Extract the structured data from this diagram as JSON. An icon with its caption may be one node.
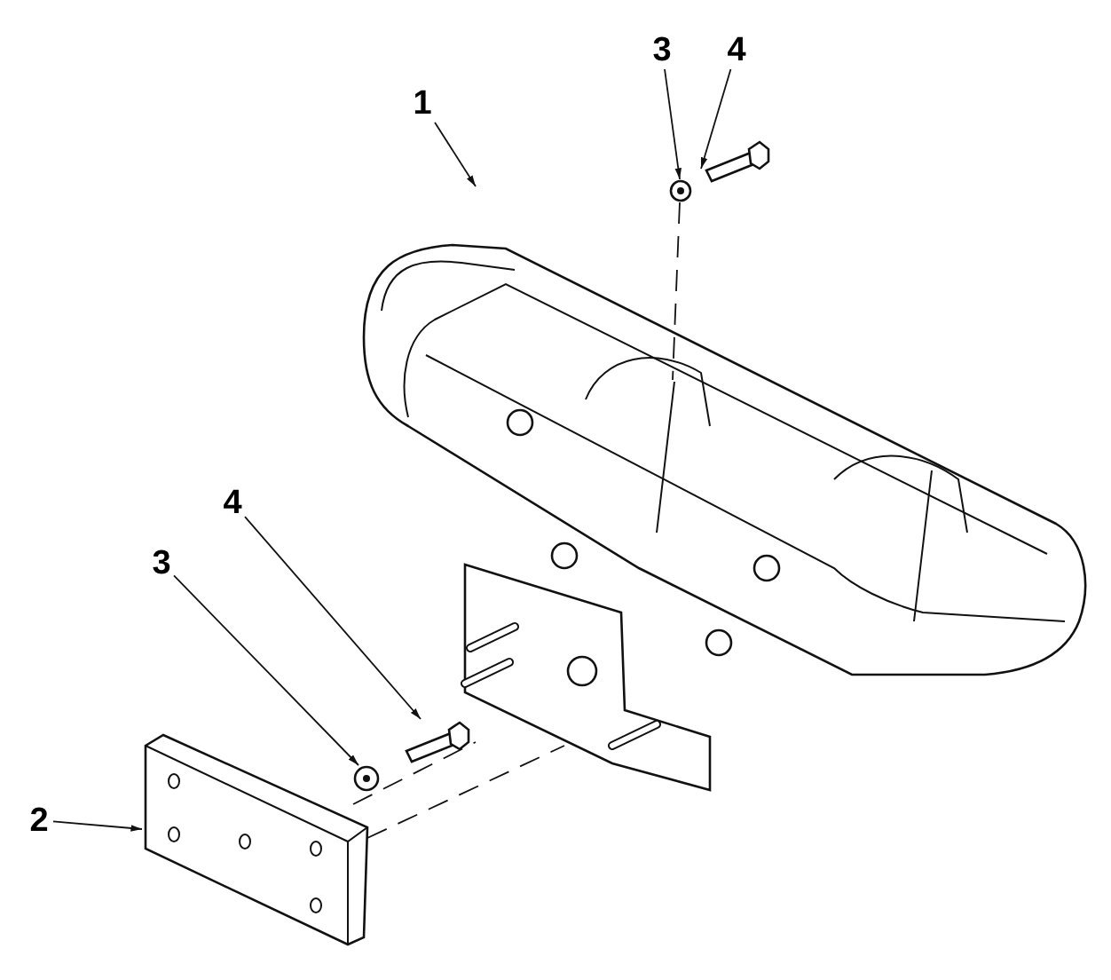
{
  "diagram": {
    "nodes": [
      {
        "text": [
          "1"
        ]
      },
      {
        "text": [],
        "shape": "picture"
      },
      {
        "text": [
          "3"
        ]
      },
      {
        "text": [],
        "shape": "picture"
      },
      {
        "text": [
          "4"
        ]
      },
      {
        "text": [],
        "shape": "picture"
      },
      {
        "text": [
          "4"
        ]
      },
      {
        "text": [],
        "shape": "picture"
      },
      {
        "text": [
          "3"
        ]
      },
      {
        "text": [],
        "shape": "picture"
      },
      {
        "text": [
          "2"
        ]
      },
      {
        "text": [],
        "shape": "picture"
      }
    ],
    "edges": [
      {
        "from": 0,
        "to": 1,
        "arrow": "to"
      },
      {
        "from": 2,
        "to": 3,
        "arrow": "to"
      },
      {
        "from": 4,
        "to": 5,
        "arrow": "to"
      },
      {
        "from": 6,
        "to": 7,
        "arrow": "to"
      },
      {
        "from": 8,
        "to": 9,
        "arrow": "to"
      },
      {
        "from": 10,
        "to": 11,
        "arrow": "to"
      },
      {
        "from": 3,
        "to": 1,
        "arrow": "none",
        "style": "dashed"
      },
      {
        "from": 11,
        "to": 1,
        "arrow": "none",
        "style": "dashed"
      },
      {
        "from": 11,
        "to": 1,
        "arrow": "none",
        "style": "dashed"
      }
    ]
  }
}
